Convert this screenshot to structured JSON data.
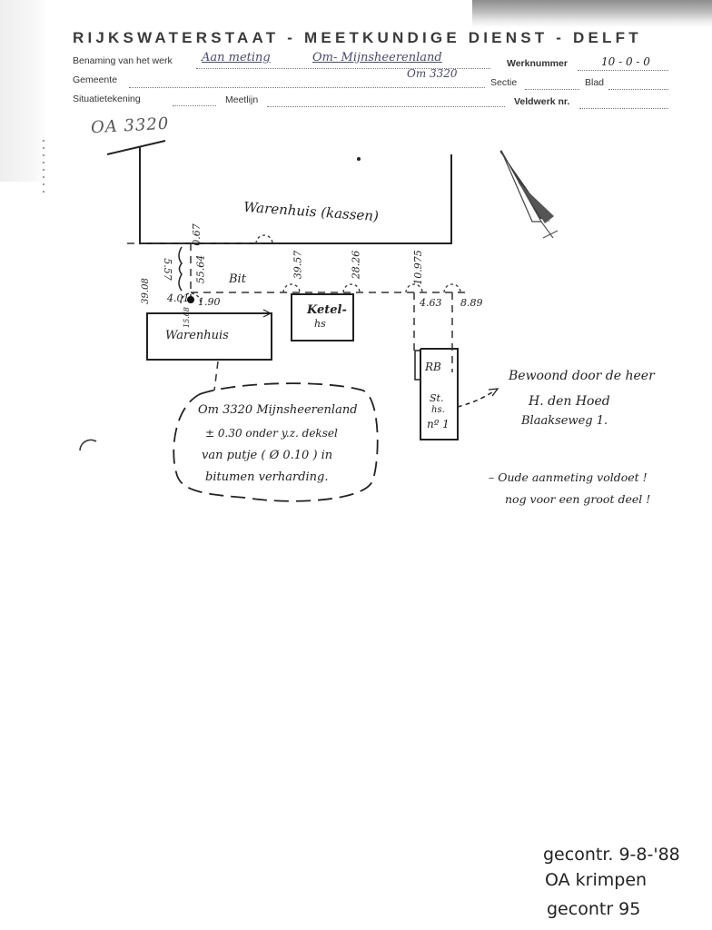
{
  "header": {
    "title": "RIJKSWATERSTAAT - MEETKUNDIGE DIENST - DELFT",
    "labels": {
      "benaming": "Benaming van het werk",
      "werknummer": "Werknummer",
      "gemeente": "Gemeente",
      "sectie": "Sectie",
      "blad": "Blad",
      "situatietekening": "Situatietekening",
      "meetlijn": "Meetlijn",
      "veldwerk": "Veldwerk nr."
    },
    "values": {
      "benaming_1": "Aan meting",
      "benaming_2": "Om- Mijnsheerenland",
      "benaming_3": "Om 3320",
      "werknummer": "10 - 0 - 0"
    }
  },
  "sheet_code": "OA 3320",
  "drawing": {
    "warehouse_top": "Warenhuis (kassen)",
    "bit": "Bit",
    "ketel": "Ketel-",
    "ketel_sub": "hs",
    "warehouse_small": "Warenhuis",
    "rb": "RB",
    "st_1": "St.",
    "st_2": "hs.",
    "st_3": "nº 1",
    "measures": {
      "m_067": "0.67",
      "m_5564": "55.64",
      "m_5_57": "5.57",
      "m_3957": "39.57",
      "m_2826": "28.26",
      "m_10975": "10.975",
      "m_3908": "39.08",
      "m_401": "4.01",
      "m_190": "1.90",
      "m_1568": "15.68",
      "m_463": "4.63",
      "m_889": "8.89"
    }
  },
  "callout": {
    "line1": "Om 3320  Mijnsheerenland",
    "line2": "± 0.30  onder  y.z. deksel",
    "line3": "van  putje ( Ø 0.10 )  in",
    "line4": "bitumen  verharding."
  },
  "notes": {
    "bewoond_1": "Bewoond  door de heer",
    "bewoond_2": "H. den Hoed",
    "bewoond_3": "Blaakseweg 1.",
    "oude_1": "– Oude  aanmeting  voldoet !",
    "oude_2": "nog  voor  een  groot  deel !"
  },
  "footer": {
    "line1": "gecontr.  9-8-'88",
    "line2": "OA  krimpen",
    "line3": "gecontr  95"
  }
}
